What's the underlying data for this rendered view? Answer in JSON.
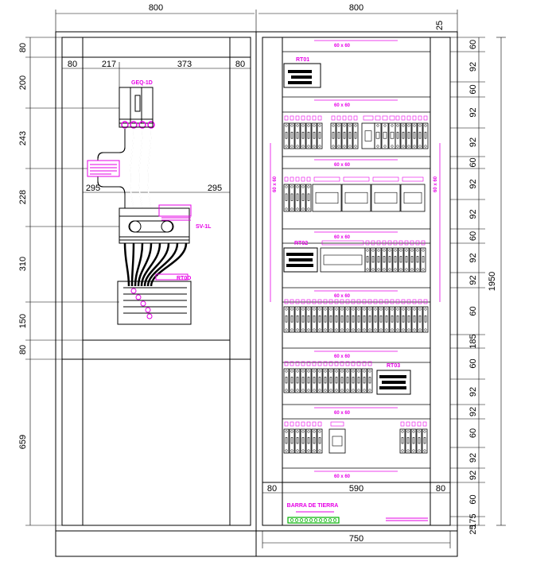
{
  "colors": {
    "line": "#000000",
    "annotation": "#e600e6",
    "ground_bar": "#00b000"
  },
  "dims": {
    "top_left_width": "800",
    "top_right_width": "800",
    "top_right_margin": "25",
    "left_margin_left": "80",
    "left_breaker_offset": "217",
    "left_inner_width": "373",
    "left_margin_right": "80",
    "left_vertical": [
      "80",
      "200",
      "243",
      "228",
      "310",
      "150",
      "80",
      "659"
    ],
    "left_295_a": "295",
    "left_295_b": "295",
    "right_vertical": [
      "60",
      "92",
      "60",
      "92",
      "92",
      "60",
      "92",
      "92",
      "60",
      "92",
      "92",
      "60",
      "185",
      "60",
      "92",
      "92",
      "60",
      "92",
      "92",
      "60",
      "175",
      "25"
    ],
    "right_total_height": "1950",
    "bottom_left_margin": "80",
    "bottom_inner_width": "590",
    "bottom_right_margin": "80",
    "bottom_width": "750"
  },
  "labels": {
    "main_breaker": "GEQ-1D",
    "switch": "SV-1L",
    "terminal_block_left": "RT0D",
    "rt01": "RT01",
    "rt02": "RT02",
    "rt03": "RT03",
    "ground_bar_title": "BARRA DE TIERRA",
    "duct_size": "60 x 60",
    "vertical_duct_size": "60 x 60"
  }
}
